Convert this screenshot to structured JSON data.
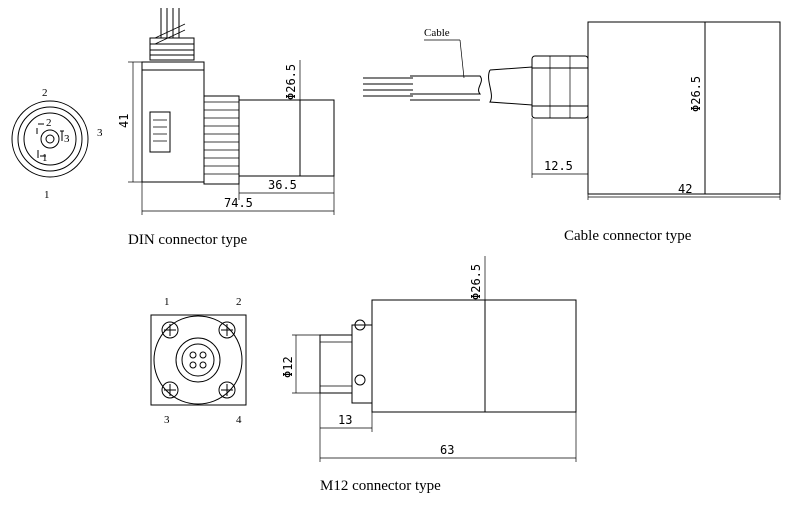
{
  "din": {
    "caption": "DIN connector type",
    "pins": [
      "1",
      "2",
      "3"
    ],
    "dim_diameter": "Φ26.5",
    "dim_height": "41",
    "dim_body": "36.5",
    "dim_total": "74.5"
  },
  "cable": {
    "caption": "Cable connector type",
    "cable_label": "Cable",
    "dim_diameter": "Φ26.5",
    "dim_nut": "12.5",
    "dim_total": "42"
  },
  "m12": {
    "caption": "M12 connector type",
    "pins": [
      "1",
      "2",
      "3",
      "4"
    ],
    "dim_diameter": "Φ26.5",
    "dim_connector": "Φ12",
    "dim_connector_len": "13",
    "dim_total": "63"
  }
}
